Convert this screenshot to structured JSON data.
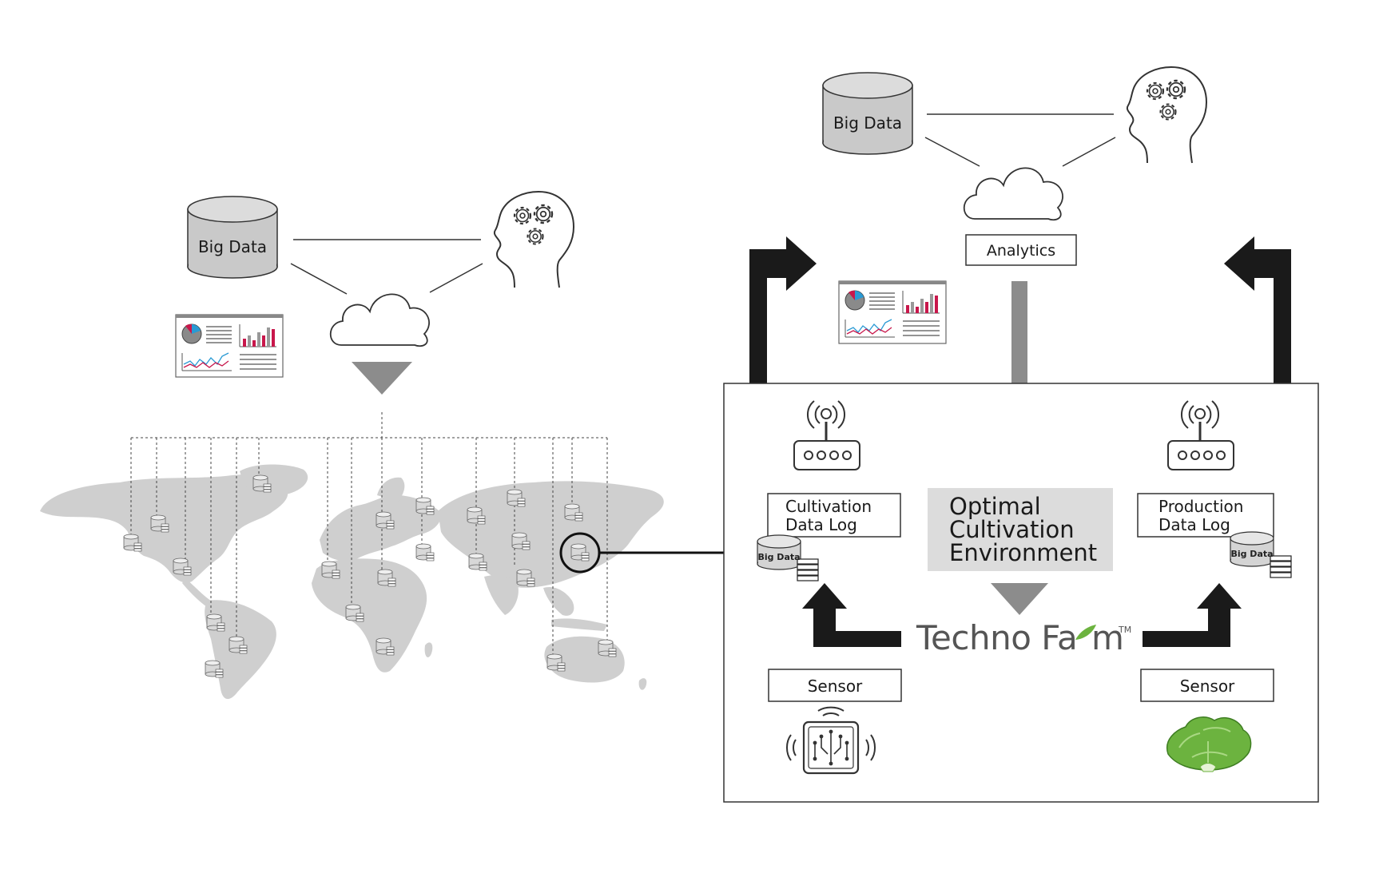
{
  "left_cluster": {
    "big_data_label": "Big Data"
  },
  "right_cluster": {
    "big_data_label": "Big Data",
    "analytics_label": "Analytics"
  },
  "farm_panel": {
    "cultivation_log_line1": "Cultivation",
    "cultivation_log_line2": "Data Log",
    "production_log_line1": "Production",
    "production_log_line2": "Data Log",
    "mini_big_data_left": "Big Data",
    "mini_big_data_right": "Big Data",
    "optimal_line1": "Optimal",
    "optimal_line2": "Cultivation",
    "optimal_line3": "Environment",
    "brand_part1": "Techno Fa",
    "brand_part2": "m",
    "brand_tm": "TM",
    "sensor_left": "Sensor",
    "sensor_right": "Sensor"
  },
  "icons": [
    "database-icon",
    "cloud-icon",
    "brain-gears-icon",
    "dashboard-icon",
    "world-map",
    "wifi-router-icon",
    "chip-sensor-icon",
    "lettuce-icon"
  ],
  "colors": {
    "line": "#1a1a1a",
    "gray_fill": "#cccccc",
    "arrow_gray": "#8c8c8c",
    "accent_red": "#c8174b",
    "accent_blue": "#2a9ad4",
    "leaf_green": "#6cb33f"
  }
}
